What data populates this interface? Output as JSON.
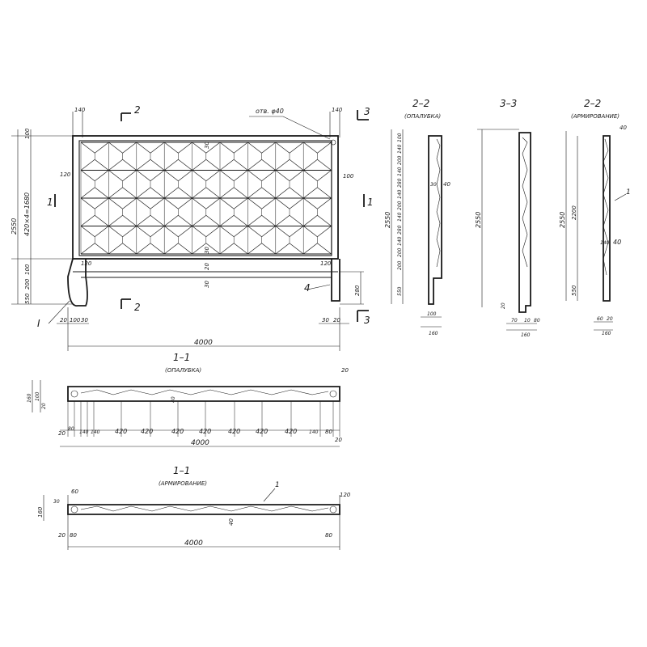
{
  "elevation": {
    "dims_overall": {
      "width": "4000",
      "height": "2550",
      "height_alt": "2550",
      "rows": "420×4=1680"
    },
    "dims_left": [
      "100",
      "120",
      "100",
      "100",
      "200",
      "550"
    ],
    "dims_bottom": [
      "20",
      "100",
      "30"
    ],
    "dims_bottom_right": [
      "30",
      "20"
    ],
    "hole_note": "отв. φ40",
    "label_140_left": "140",
    "label_140_right": "140",
    "label_120_left": "120",
    "label_100_right": "100",
    "label_120_bl": "120",
    "label_120_br": "120",
    "label_30_top": "30",
    "label_30_mid": "30",
    "label_20_mid": "20",
    "label_30_low": "30",
    "label_280": "280",
    "cut_2": "2",
    "cut_3": "3",
    "cut_1": "1",
    "cut_2_bottom": "2",
    "cut_3_bottom": "3",
    "cut_1_right": "1",
    "node_I": "I",
    "node_4": "4"
  },
  "section_2_2_form": {
    "title": "2–2",
    "subtitle": "(ОПАЛУБКА)",
    "dim_height": "2550",
    "dims_vertical": [
      "100",
      "140",
      "200",
      "140",
      "280",
      "140",
      "200",
      "140",
      "280",
      "140",
      "200",
      "200",
      "550"
    ],
    "dim_40": "40",
    "dim_30": "30",
    "dims_bottom": [
      "100",
      "160"
    ]
  },
  "section_3_3": {
    "title": "3–3",
    "dim_height": "2550",
    "dim_20": "20",
    "dims_bottom": [
      "70",
      "10",
      "80"
    ],
    "dim_160": "160"
  },
  "section_2_2_reinf": {
    "title": "2–2",
    "subtitle": "(АРМИРОВАНИЕ)",
    "dim_height": "2550",
    "dim_2200": "2200",
    "dim_550": "550",
    "dim_40_top": "40",
    "dim_140": "140",
    "dim_40": "40",
    "dims_bottom": [
      "60",
      "20"
    ],
    "dim_160": "160",
    "callout_1": "1"
  },
  "section_1_1_form": {
    "title": "1–1",
    "subtitle": "(ОПАЛУБКА)",
    "dims_left": [
      "160",
      "100",
      "20"
    ],
    "dim_40": "40",
    "dim_20_right": "20",
    "dims_bottom": [
      "20",
      "80",
      "140",
      "140",
      "420",
      "420",
      "420",
      "420",
      "420",
      "420",
      "420",
      "140",
      "80",
      "20"
    ],
    "dim_total": "4000"
  },
  "section_1_1_reinf": {
    "title": "1–1",
    "subtitle": "(АРМИРОВАНИЕ)",
    "dim_60": "60",
    "dim_160": "160",
    "dim_30": "30",
    "dim_40": "40",
    "dim_20": "20",
    "dim_80_left": "80",
    "dim_80_right": "80",
    "dim_120": "120",
    "dim_total": "4000",
    "callout_1": "1"
  }
}
